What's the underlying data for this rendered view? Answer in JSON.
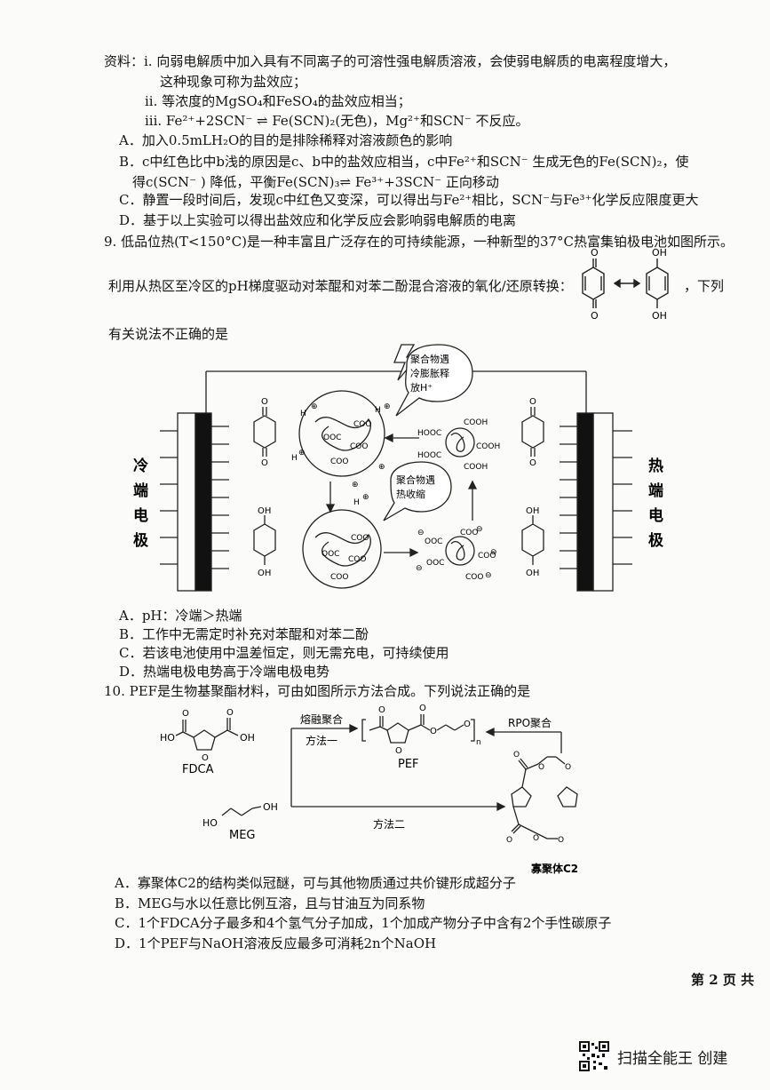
{
  "notes": {
    "l1": "资料：i. 向弱电解质中加入具有不同离子的可溶性强电解质溶液，会使弱电解质的电离程度增大，",
    "l1b": "这种现象可称为盐效应；",
    "l2": "ii. 等浓度的MgSO₄和FeSO₄的盐效应相当；",
    "l3": "iii. Fe²⁺+2SCN⁻ ⇌ Fe(SCN)₂(无色)，Mg²⁺和SCN⁻ 不反应。"
  },
  "q8": {
    "A": "A．加入0.5mLH₂O的目的是排除稀释对溶液颜色的影响",
    "B1": "B．c中红色比中b浅的原因是c、b中的盐效应相当，c中Fe²⁺和SCN⁻ 生成无色的Fe(SCN)₂，使",
    "B2": "得c(SCN⁻ ) 降低，平衡Fe(SCN)₃⇌ Fe³⁺+3SCN⁻ 正向移动",
    "C": "C．静置一段时间后，发现c中红色又变深，可以得出与Fe²⁺相比，SCN⁻与Fe³⁺化学反应限度更大",
    "D": "D．基于以上实验可以得出盐效应和化学反应会影响弱电解质的电离"
  },
  "q9": {
    "stem1": "9. 低品位热(T<150°C)是一种丰富且广泛存在的可持续能源，一种新型的37°C热富集铂极电池如图所示。",
    "stem2": "利用从热区至冷区的pH梯度驱动对苯醌和对苯二酚混合溶液的氧化/还原转换：",
    "stem2b": "，下列",
    "stem3": "有关说法不正确的是",
    "A": "A．pH：冷端＞热端",
    "B": "B．工作中无需定时补充对苯醌和对苯二酚",
    "C": "C．若该电池使用中温差恒定，则无需充电，可持续使用",
    "D": "D．热端电极电势高于冷端电极电势"
  },
  "diagram9": {
    "cold_electrode": [
      "冷",
      "端",
      "电",
      "极"
    ],
    "hot_electrode": [
      "热",
      "端",
      "电",
      "极"
    ],
    "bubble_top": [
      "聚合物遇",
      "冷膨胀释",
      "放H⁺"
    ],
    "bubble_bottom": [
      "聚合物遇",
      "热收缩"
    ],
    "coo": "COO",
    "ooc": "OOC",
    "cooh": "COOH",
    "hooc": "HOOC",
    "h": "H",
    "oh": "OH",
    "o": "O",
    "plus": "⊕",
    "minus": "⊖"
  },
  "q10": {
    "stem": "10. PEF是生物基聚酯材料，可由如图所示方法合成。下列说法正确的是",
    "A": "A．寡聚体C2的结构类似冠醚，可与其他物质通过共价键形成超分子",
    "B": "B．MEG与水以任意比例互溶，且与甘油互为同系物",
    "C": "C．1个FDCA分子最多和4个氢气分子加成，1个加成产物分子中含有2个手性碳原子",
    "D": "D．1个PEF与NaOH溶液反应最多可消耗2n个NaOH"
  },
  "diagram10": {
    "fdca": "FDCA",
    "meg": "MEG",
    "pef": "PEF",
    "c2": "寡聚体C2",
    "method1_top": "熔融聚合",
    "method1": "方法一",
    "method2": "方法二",
    "rpo": "RPO聚合",
    "ho": "HO",
    "oh": "OH",
    "o": "O",
    "n": "n"
  },
  "footer": {
    "page": "第 2 页 共",
    "watermark": "扫描全能王 创建"
  }
}
